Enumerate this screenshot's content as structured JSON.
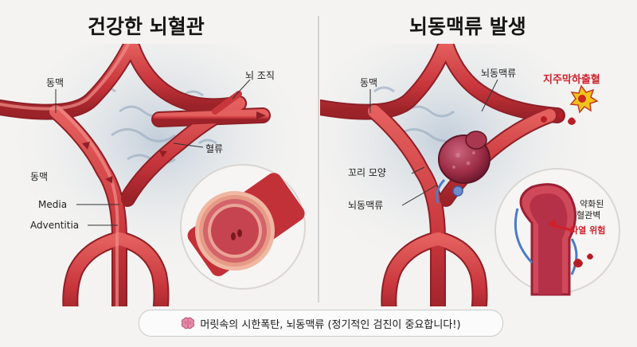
{
  "panels": {
    "left": {
      "title": "건강한 뇌혈관",
      "labels": {
        "artery_top": "동맥",
        "artery_mid": "동맥",
        "brain_tissue": "뇌 조직",
        "blood_flow": "혈류",
        "media": "Media",
        "adventitia": "Adventitia"
      }
    },
    "right": {
      "title": "뇌동맥류 발생",
      "labels": {
        "artery": "동맥",
        "aneurysm": "뇌동맥류",
        "hemorrhage": "지주막하출혈",
        "tail_shape": "꼬리 모양",
        "aneurysm_lower": "뇌동맥류",
        "weakened_wall_1": "약화된",
        "weakened_wall_2": "혈관벽",
        "rupture_risk": "파열 위험"
      }
    }
  },
  "caption": {
    "icon": "brain-icon",
    "text": "머릿속의 시한폭탄, 뇌동맥류 (정기적인 검진이 중요합니다!)"
  },
  "colors": {
    "vessel": "#c8363c",
    "vessel_dark": "#8f1f26",
    "vessel_light": "#e77b7a",
    "brain_bg": "#b9c6d3",
    "alert_red": "#d0202a"
  }
}
